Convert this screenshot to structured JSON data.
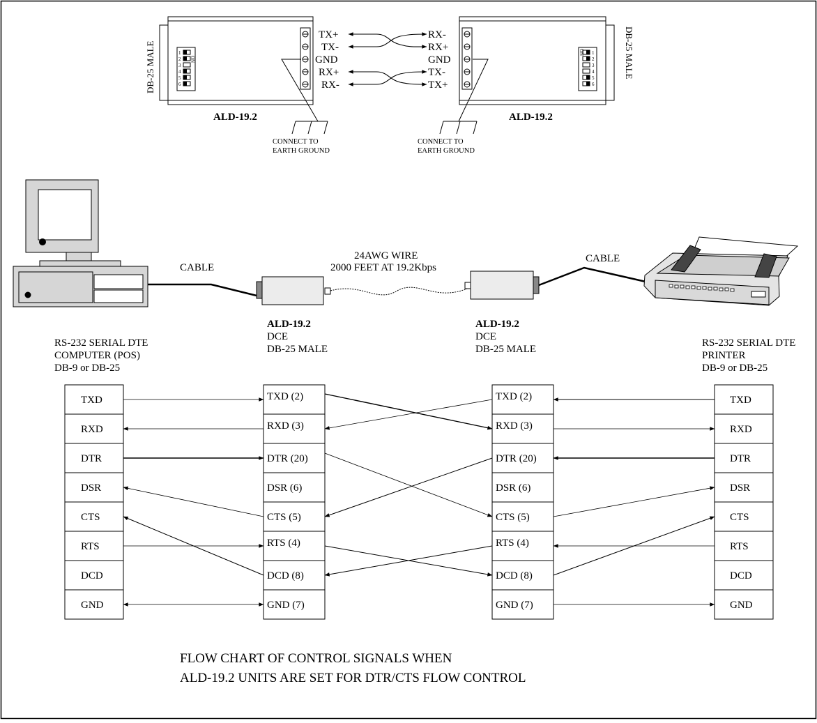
{
  "top": {
    "left_connector": "DB-25 MALE",
    "right_connector": "DB-25 MALE",
    "left_unit": "ALD-19.2",
    "right_unit": "ALD-19.2",
    "left_terminals": [
      "TX+",
      "TX-",
      "GND",
      "RX+",
      "RX-"
    ],
    "right_terminals": [
      "RX-",
      "RX+",
      "GND",
      "TX-",
      "TX+"
    ],
    "dip_left": [
      "1",
      "2",
      "3",
      "4",
      "5",
      "6"
    ],
    "dip_right": [
      "1",
      "2",
      "3",
      "4",
      "5",
      "6"
    ],
    "dip_on": "ON",
    "ground_left": [
      "CONNECT TO",
      "EARTH GROUND"
    ],
    "ground_right": [
      "CONNECT TO",
      "EARTH GROUND"
    ]
  },
  "middle": {
    "wire_line1": "24AWG WIRE",
    "wire_line2": "2000 FEET AT 19.2Kbps",
    "cable_left": "CABLE",
    "cable_right": "CABLE",
    "dte_left": [
      "RS-232 SERIAL DTE",
      "COMPUTER (POS)",
      "DB-9 or DB-25"
    ],
    "dce_left": [
      "ALD-19.2",
      "DCE",
      "DB-25 MALE"
    ],
    "dce_right": [
      "ALD-19.2",
      "DCE",
      "DB-25 MALE"
    ],
    "dte_right": [
      "RS-232 SERIAL DTE",
      "PRINTER",
      "DB-9 or DB-25"
    ]
  },
  "tables": {
    "col1": [
      "TXD",
      "RXD",
      "DTR",
      "DSR",
      "CTS",
      "RTS",
      "DCD",
      "GND"
    ],
    "col2": [
      "TXD (2)",
      "RXD (3)",
      "DTR (20)",
      "DSR (6)",
      "CTS (5)",
      "RTS (4)",
      "DCD (8)",
      "GND (7)"
    ],
    "col3": [
      "TXD (2)",
      "RXD (3)",
      "DTR (20)",
      "DSR (6)",
      "CTS (5)",
      "RTS (4)",
      "DCD (8)",
      "GND (7)"
    ],
    "col4": [
      "TXD",
      "RXD",
      "DTR",
      "DSR",
      "CTS",
      "RTS",
      "DCD",
      "GND"
    ]
  },
  "caption": {
    "line1": "FLOW CHART OF CONTROL SIGNALS WHEN",
    "line2": "ALD-19.2 UNITS ARE SET FOR DTR/CTS FLOW CONTROL"
  }
}
